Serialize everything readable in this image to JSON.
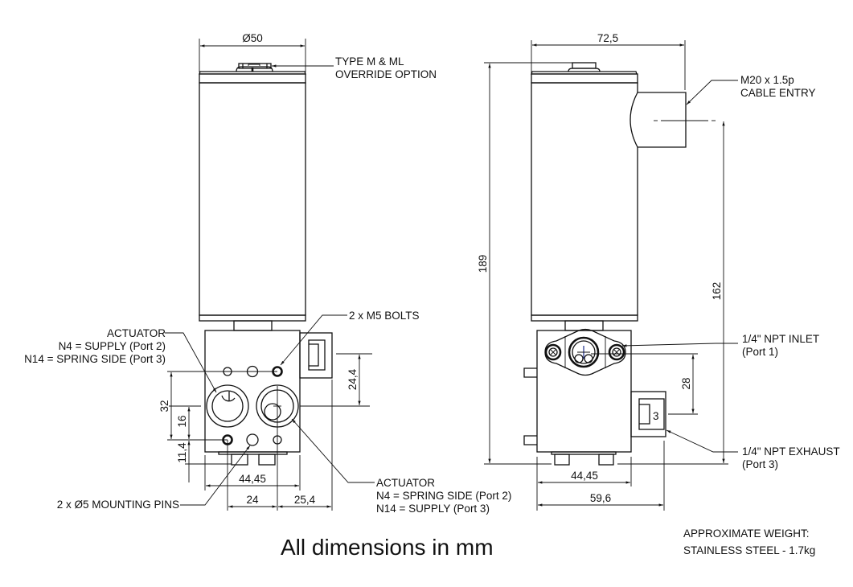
{
  "drawing": {
    "title": "All dimensions in mm",
    "weight": {
      "line1": "APPROXIMATE WEIGHT:",
      "line2": "STAINLESS STEEL - 1.7kg"
    }
  },
  "front_view": {
    "dimensions": {
      "diameter": "Ø50",
      "height_bolts": "24,4",
      "vertical_32": "32",
      "vertical_16": "16",
      "vertical_11_4": "11,4",
      "width_44_45": "44,45",
      "width_24": "24",
      "width_25_4": "25,4"
    },
    "callouts": {
      "override": [
        "TYPE M & ML",
        "OVERRIDE OPTION"
      ],
      "bolts": "2 x M5 BOLTS",
      "actuator_left": [
        "ACTUATOR",
        "N4 = SUPPLY (Port 2)",
        "N14 = SPRING SIDE (Port 3)"
      ],
      "actuator_right": [
        "ACTUATOR",
        "N4 = SPRING SIDE (Port 2)",
        "N14 = SUPPLY (Port 3)"
      ],
      "mounting_pins": "2 x Ø5 MOUNTING PINS"
    }
  },
  "side_view": {
    "dimensions": {
      "width_72_5": "72,5",
      "height_189": "189",
      "height_162": "162",
      "height_28": "28",
      "width_44_45": "44,45",
      "width_59_6": "59,6"
    },
    "port_label": "3",
    "callouts": {
      "cable_entry": [
        "M20 x 1.5p",
        "CABLE ENTRY"
      ],
      "inlet": [
        "1/4\" NPT INLET",
        "(Port 1)"
      ],
      "exhaust": [
        "1/4\" NPT EXHAUST",
        "(Port 3)"
      ]
    }
  }
}
